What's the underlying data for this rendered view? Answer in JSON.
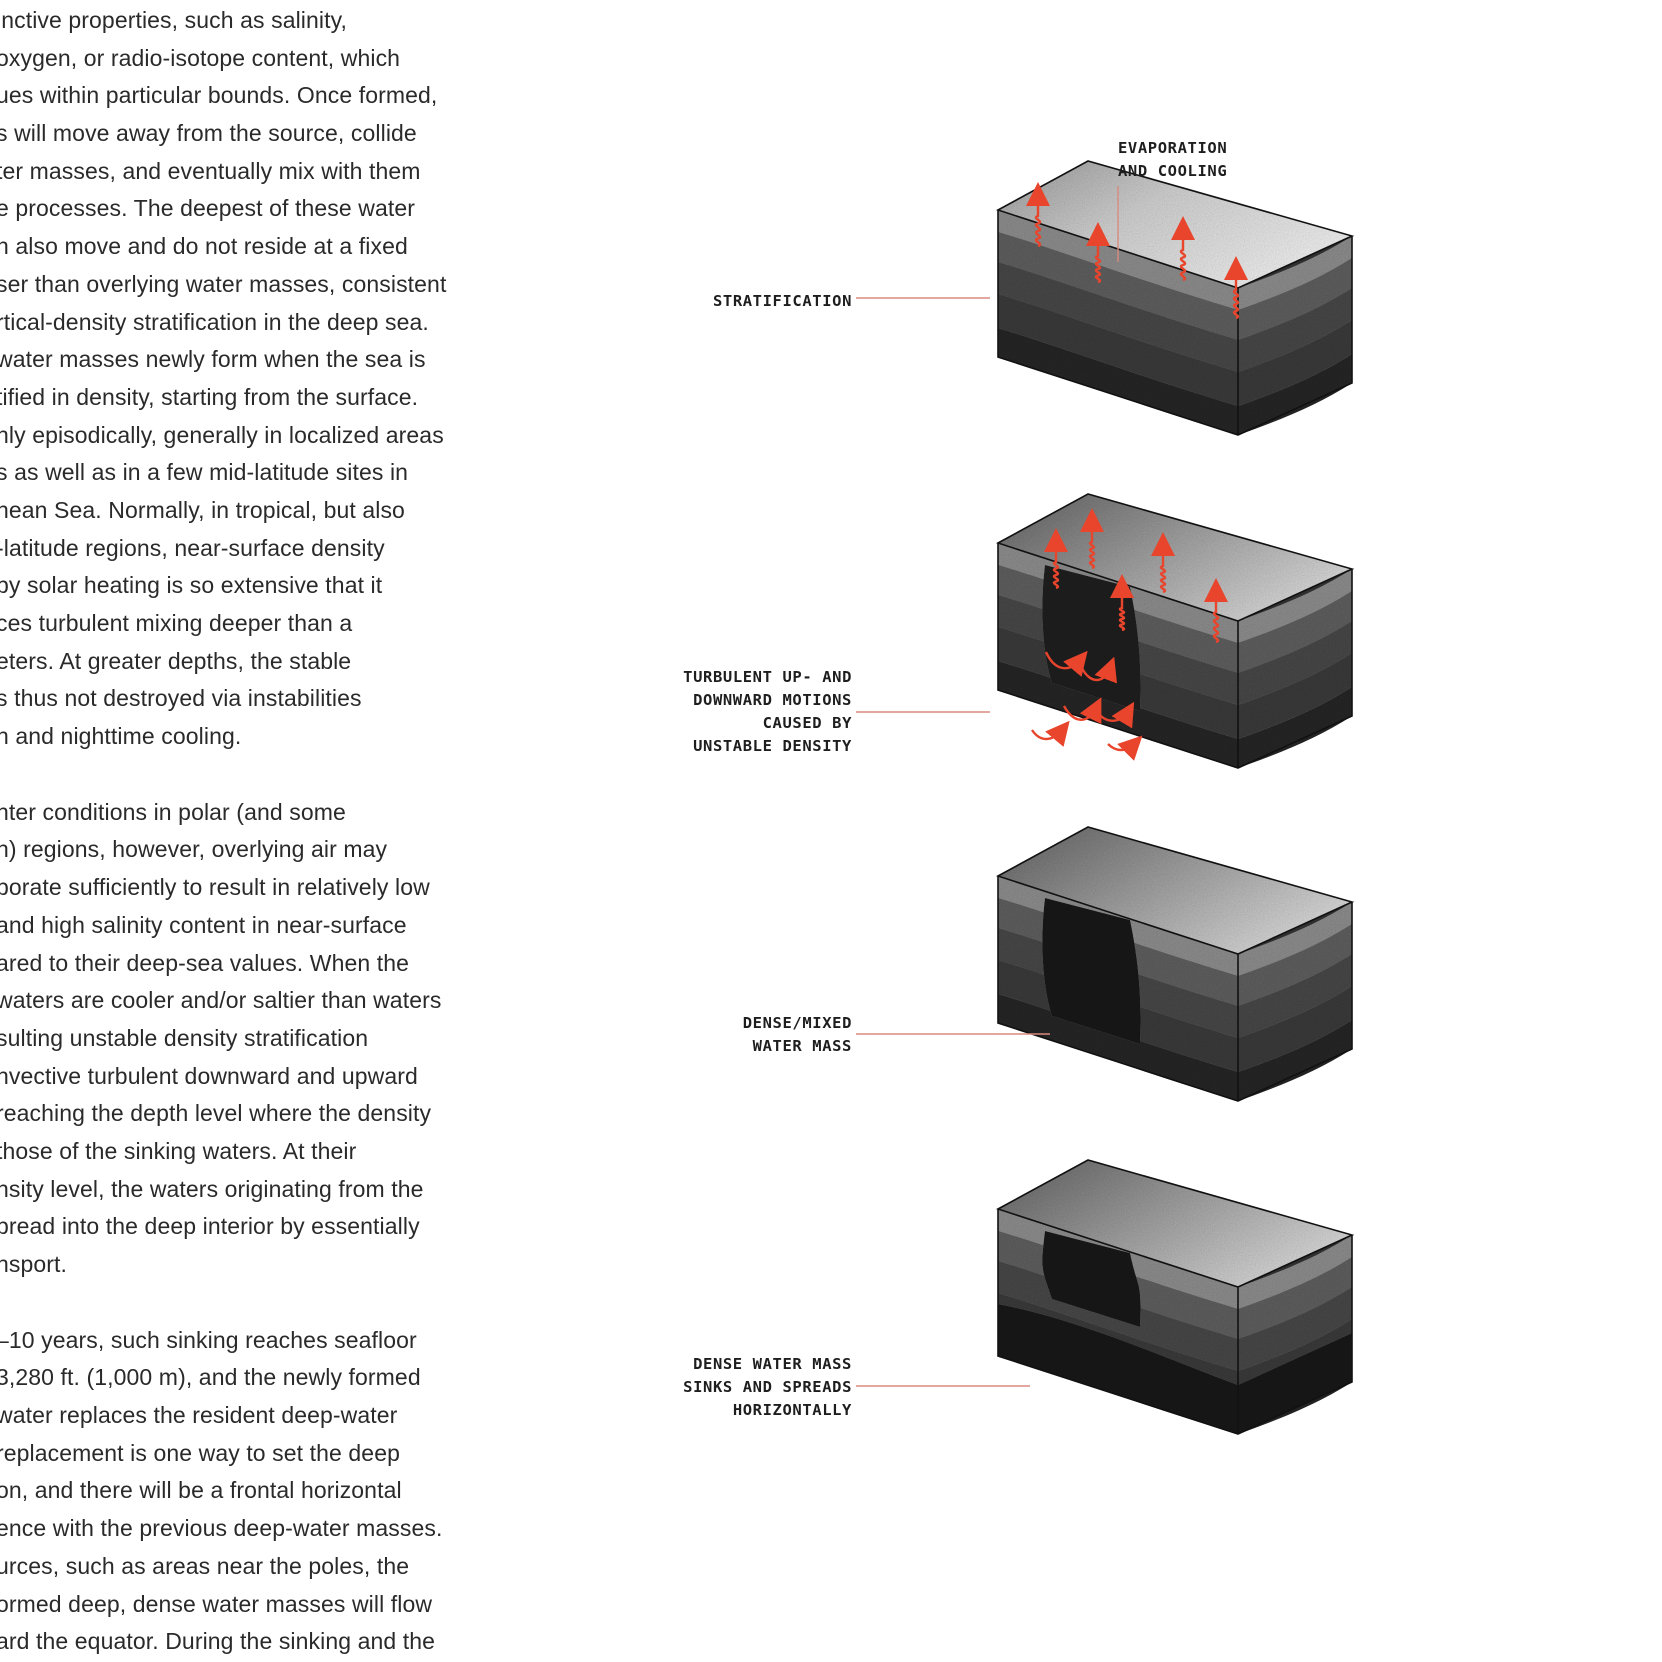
{
  "article": {
    "paragraph_1": [
      "inctive properties, such as salinity,",
      "oxygen, or radio-isotope content, which",
      "ues within particular bounds. Once formed,",
      "s will move away from the source, collide",
      "ter masses, and eventually mix with them",
      "e processes. The deepest of these water",
      "h also move and do not reside at a fixed",
      "ser than overlying water masses, consistent",
      "rtical-density stratification in the deep sea.",
      "water masses newly form when the sea is",
      "tified in density, starting from the surface.",
      "nly episodically, generally in localized areas",
      "s as well as in a few mid-latitude sites in",
      "nean Sea. Normally, in tropical, but also",
      "-latitude regions, near-surface density",
      "by solar heating is so extensive that it",
      "ces turbulent mixing deeper than a",
      "eters. At greater depths, the stable",
      "s thus not destroyed via instabilities",
      "n and nighttime cooling."
    ],
    "paragraph_2": [
      "nter conditions in polar (and some",
      "n) regions, however, overlying air may",
      "porate sufficiently to result in relatively low",
      "and high salinity content in near-surface",
      "ared to their deep-sea values. When the",
      "waters are cooler and/or saltier than waters",
      "sulting unstable density stratification",
      "nvective turbulent downward and upward",
      " reaching the depth level where the density",
      " those of the sinking waters. At their",
      "nsity level, the waters originating from the",
      "pread into the deep interior by essentially",
      "nsport."
    ],
    "paragraph_3": [
      "–10 years, such sinking reaches seafloor",
      "3,280 ft. (1,000 m), and the newly formed",
      "water replaces the resident deep-water",
      "replacement is one way to set the deep",
      "on, and there will be a frontal horizontal",
      "ence with the previous deep-water masses.",
      "urces, such as areas near the poles, the",
      "ormed deep, dense water masses will flow",
      "ard the equator. During the sinking and the"
    ]
  },
  "figure": {
    "labels": {
      "evaporation": "EVAPORATION\nAND COOLING",
      "stratification": "STRATIFICATION",
      "turbulent": "TURBULENT UP- AND\nDOWNWARD MOTIONS\nCAUSED BY\nUNSTABLE DENSITY",
      "dense_mixed": "DENSE/MIXED\nWATER MASS",
      "sinks": "DENSE WATER MASS\nSINKS AND SPREADS\nHORIZONTALLY"
    },
    "colors": {
      "arrow": "#e8452c",
      "leader": "#d98a7e",
      "block_dark": "#161616"
    }
  }
}
